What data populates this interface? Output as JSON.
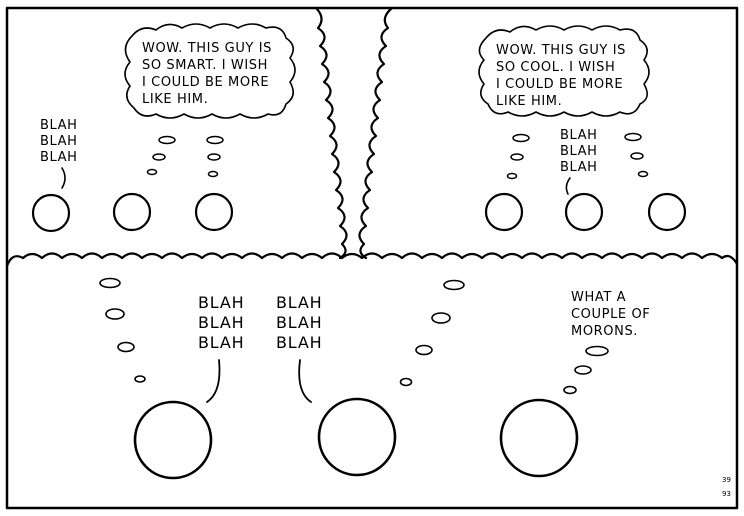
{
  "comic": {
    "left_panel": {
      "thought": [
        "WOW. THIS GUY IS",
        "SO SMART. I WISH",
        "I COULD BE MORE",
        "LIKE HIM."
      ],
      "speech": [
        "BLAH",
        "BLAH",
        "BLAH"
      ]
    },
    "right_panel": {
      "thought": [
        "WOW. THIS GUY IS",
        "SO COOL. I WISH",
        "I COULD BE MORE",
        "LIKE HIM."
      ],
      "speech": [
        "BLAH",
        "BLAH",
        "BLAH"
      ]
    },
    "bottom_panel": {
      "speech_left": [
        "BLAH",
        "BLAH",
        "BLAH"
      ],
      "speech_center": [
        "BLAH",
        "BLAH",
        "BLAH"
      ],
      "thought_right": [
        "WHAT A",
        "COUPLE OF",
        "MORONS."
      ]
    },
    "signature": [
      "39",
      "93"
    ]
  }
}
